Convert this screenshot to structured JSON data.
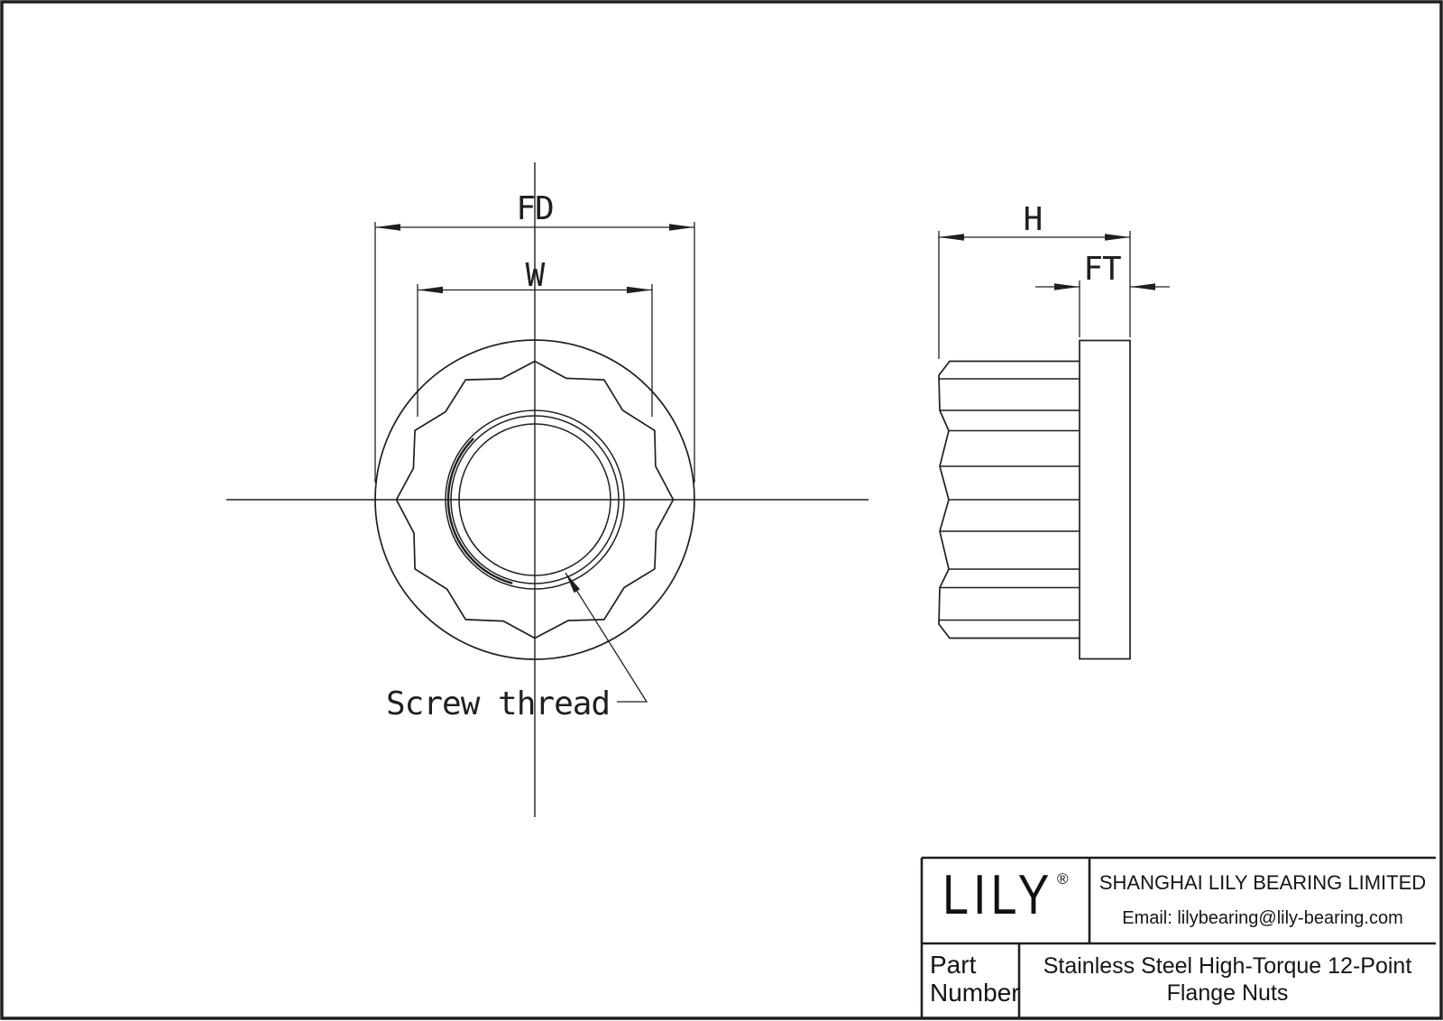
{
  "page": {
    "background": "#ffffff",
    "line_color": "#1f1f1f"
  },
  "dimensions": {
    "fd": "FD",
    "w": "W",
    "h": "H",
    "ft": "FT"
  },
  "annotation": {
    "screw_thread": "Screw thread"
  },
  "title_block": {
    "logo": "LILY",
    "registered_mark": "®",
    "company": "SHANGHAI LILY BEARING LIMITED",
    "email": "Email: lilybearing@lily-bearing.com",
    "part_number_label": {
      "line1": "Part",
      "line2": "Number"
    },
    "description": {
      "line1": "Stainless Steel High-Torque 12-Point",
      "line2": "Flange Nuts"
    }
  }
}
